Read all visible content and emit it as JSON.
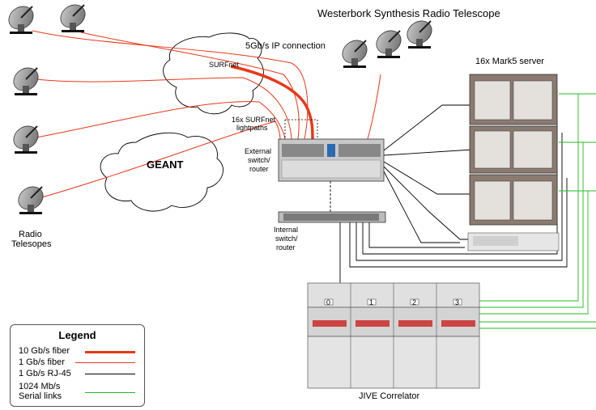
{
  "title": "Westerbork Synthesis Radio Telescope",
  "labels": {
    "ip_connection": "5Gb/s IP connection",
    "surfnet": "SURFnet",
    "lightpaths_line1": "16x SURFnet",
    "lightpaths_line2": "lightpaths",
    "geant": "GEANT",
    "external_router": [
      "External",
      "switch/",
      "router"
    ],
    "internal_router": [
      "Internal",
      "switch/",
      "router"
    ],
    "radio_telescopes": [
      "Radio",
      "Telesopes"
    ],
    "mark5": "16x Mark5 server",
    "correlator": "JIVE Correlator",
    "correlator_units": [
      "0",
      "1",
      "2",
      "3"
    ]
  },
  "legend": {
    "title": "Legend",
    "items": [
      {
        "label": "10 Gb/s fiber",
        "color": "#e8381a"
      },
      {
        "label": "1 Gb/s fiber",
        "color": "#e8381a"
      },
      {
        "label": "1 Gb/s RJ-45",
        "color": "#000000"
      },
      {
        "label": "1024 Mb/s",
        "label2": "Serial links",
        "color": "#22bb22"
      }
    ]
  },
  "colors": {
    "fiber": "#e8381a",
    "rj45": "#000000",
    "serial": "#22bb22",
    "server": "#8a7a70",
    "dish": "#888888"
  }
}
